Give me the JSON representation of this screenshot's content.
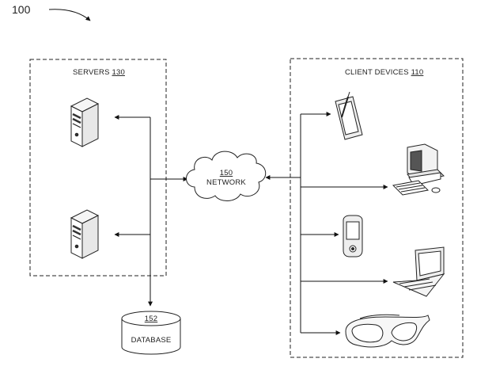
{
  "figure": {
    "number": "100"
  },
  "servers": {
    "label": "SERVERS",
    "ref": "130"
  },
  "clients": {
    "label": "CLIENT DEVICES",
    "ref": "110"
  },
  "network": {
    "ref": "150",
    "label": "NETWORK"
  },
  "database": {
    "ref": "152",
    "label": "DATABASE"
  },
  "icons": {
    "server": "server-tower-icon",
    "tablet": "tablet-with-stylus-icon",
    "desktop": "desktop-computer-icon",
    "pda": "pda-icon",
    "laptop": "laptop-icon",
    "glasses": "smart-glasses-icon"
  }
}
